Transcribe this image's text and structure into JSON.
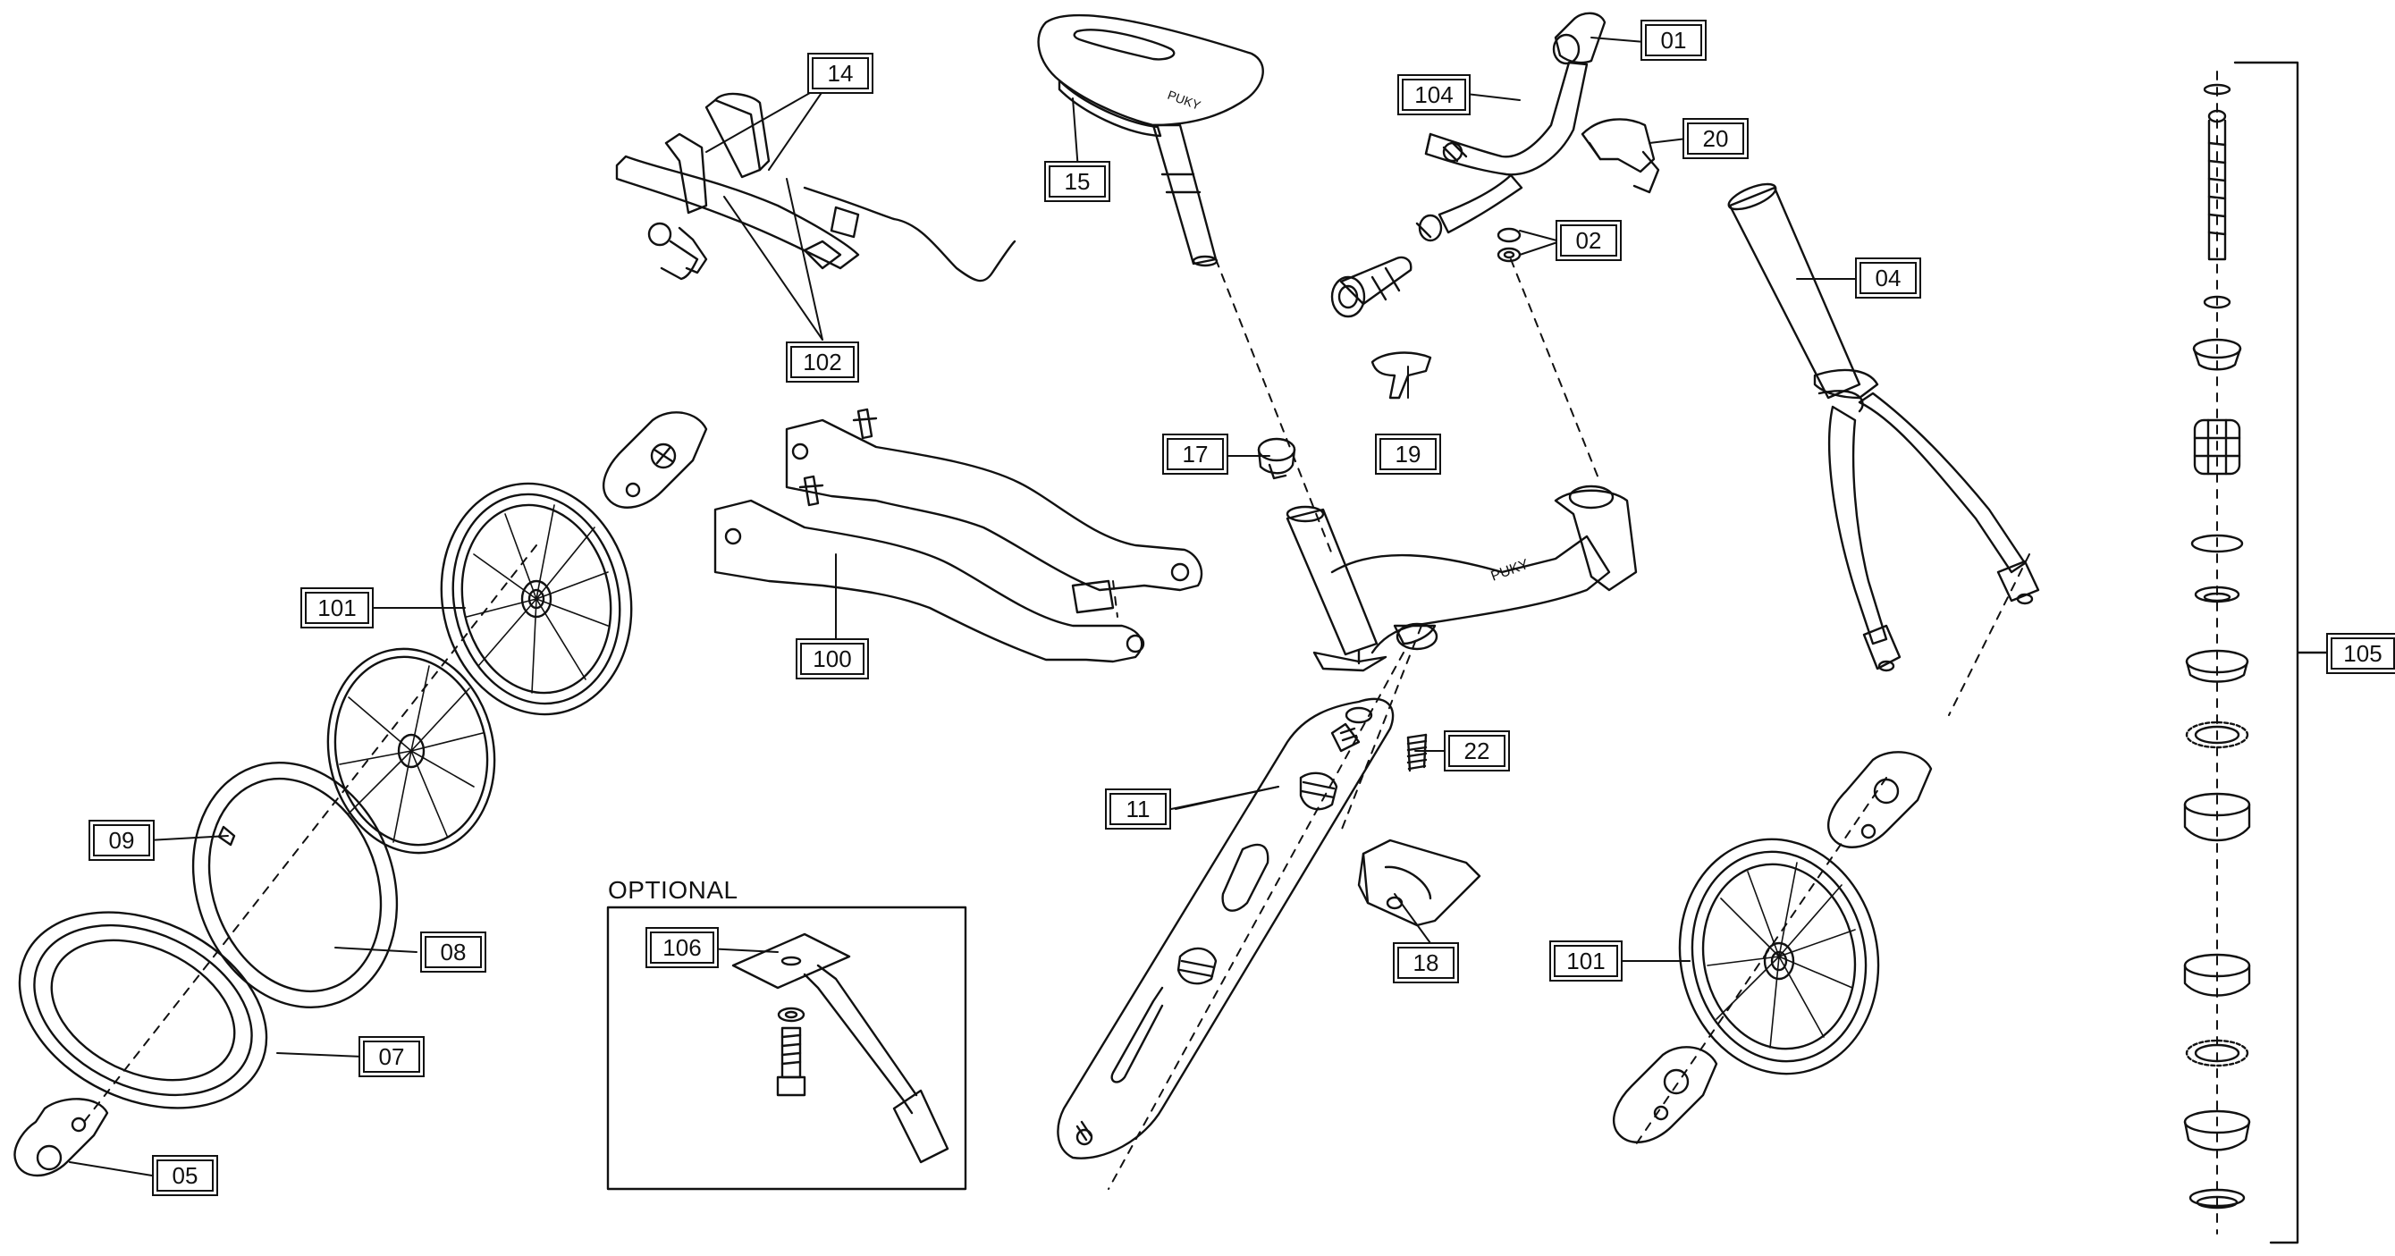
{
  "diagram": {
    "optional_title": "OPTIONAL",
    "brand_text": "PUKY",
    "labels": {
      "01": "01",
      "02": "02",
      "04": "04",
      "05": "05",
      "07": "07",
      "08": "08",
      "09": "09",
      "11": "11",
      "14": "14",
      "15": "15",
      "17": "17",
      "18": "18",
      "19": "19",
      "20": "20",
      "22": "22",
      "100": "100",
      "101a": "101",
      "101b": "101",
      "102": "102",
      "104": "104",
      "105": "105",
      "106": "106"
    },
    "stroke_color": "#111111",
    "background_color": "#ffffff"
  }
}
